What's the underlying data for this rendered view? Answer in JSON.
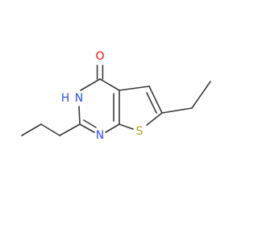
{
  "molecule": {
    "atoms": {
      "oxygen": "O",
      "nh": "H",
      "n_upper": "N",
      "n_lower": "N",
      "sulfur": "S"
    },
    "colors": {
      "bond": "#3a3a3a",
      "oxygen": "#ff0d0d",
      "nitrogen": "#3050f8",
      "sulfur": "#b3a11f"
    }
  }
}
